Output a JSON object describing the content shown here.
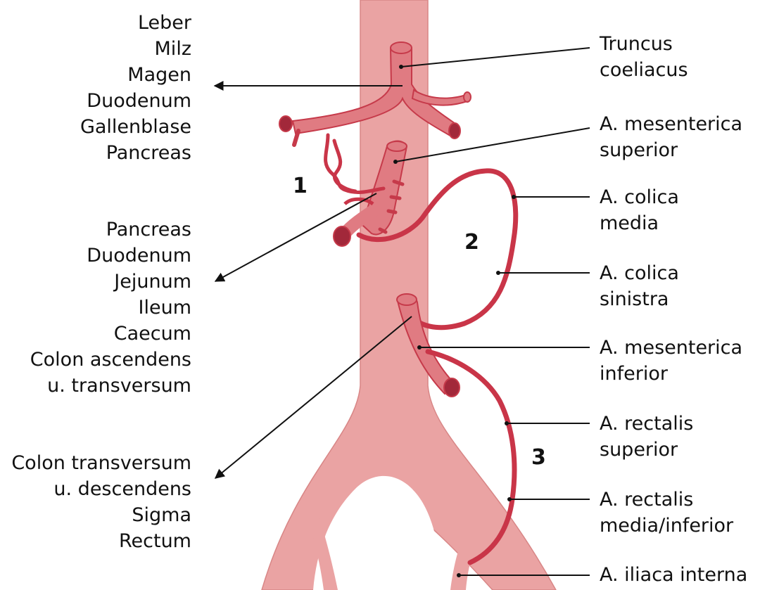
{
  "organ_groups": [
    {
      "lines": [
        "Leber",
        "Milz",
        "Magen",
        "Duodenum",
        "Gallenblase",
        "Pancreas"
      ]
    },
    {
      "lines": [
        "Pancreas",
        "Duodenum",
        "Jejunum",
        "Ileum",
        "Caecum",
        "Colon ascendens",
        "u. transversum"
      ]
    },
    {
      "lines": [
        "Colon transversum",
        "u. descendens",
        "Sigma",
        "Rectum"
      ]
    }
  ],
  "artery_labels": [
    {
      "lines": [
        "Truncus",
        "coeliacus"
      ]
    },
    {
      "lines": [
        "A. mesenterica",
        "superior"
      ]
    },
    {
      "lines": [
        "A. colica",
        "media"
      ]
    },
    {
      "lines": [
        "A. colica",
        "sinistra"
      ]
    },
    {
      "lines": [
        "A. mesenterica",
        "inferior"
      ]
    },
    {
      "lines": [
        "A. rectalis",
        "superior"
      ]
    },
    {
      "lines": [
        "A. rectalis",
        "media/inferior"
      ]
    },
    {
      "lines": [
        "A. iliaca interna"
      ]
    }
  ],
  "anastomosis_numbers": [
    "1",
    "2",
    "3"
  ],
  "colors": {
    "aorta_fill": "#eaa3a3",
    "aorta_edge": "#d88686",
    "artery_fill": "#e07b82",
    "artery_dark": "#c63a4a",
    "anastomosis": "#c93548",
    "vessel_lumen": "#a2283a",
    "line": "#111111"
  }
}
